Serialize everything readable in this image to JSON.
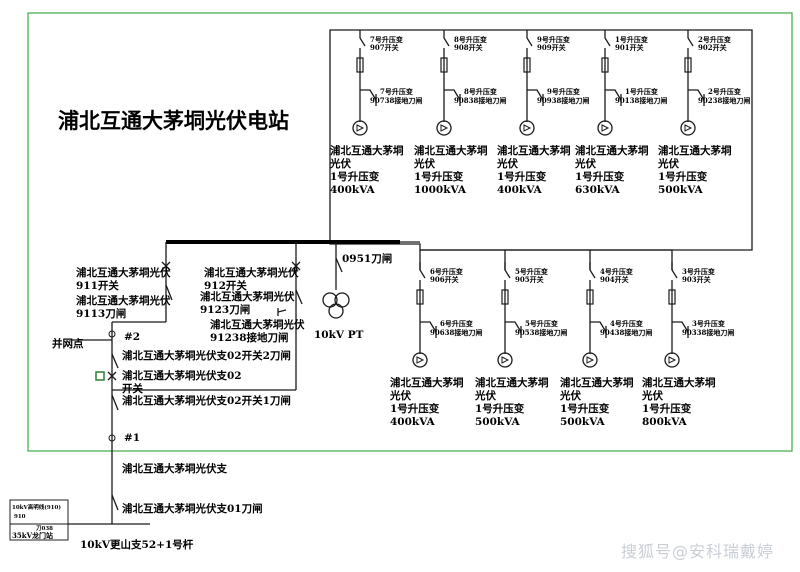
{
  "title": "浦北互通大茅垌光伏电站",
  "top_units": [
    {
      "sw_name": "7号升压变",
      "sw_code": "907开关",
      "ground_name": "7号升压变",
      "ground_code": "90738接地刀闸",
      "plant": "浦北互通大茅垌",
      "plant2": "光伏",
      "xfmr": "1号升压变",
      "cap": "400kVA"
    },
    {
      "sw_name": "8号升压变",
      "sw_code": "908开关",
      "ground_name": "8号升压变",
      "ground_code": "90838接地刀闸",
      "plant": "浦北互通大茅垌",
      "plant2": "光伏",
      "xfmr": "1号升压变",
      "cap": "1000kVA"
    },
    {
      "sw_name": "9号升压变",
      "sw_code": "909开关",
      "ground_name": "9号升压变",
      "ground_code": "90938接地刀闸",
      "plant": "浦北互通大茅垌",
      "plant2": "光伏",
      "xfmr": "1号升压变",
      "cap": "400kVA"
    },
    {
      "sw_name": "1号升压变",
      "sw_code": "901开关",
      "ground_name": "1号升压变",
      "ground_code": "90138接地刀闸",
      "plant": "浦北互通大茅垌",
      "plant2": "光伏",
      "xfmr": "1号升压变",
      "cap": "630kVA"
    },
    {
      "sw_name": "2号升压变",
      "sw_code": "902开关",
      "ground_name": "2号升压变",
      "ground_code": "90238接地刀闸",
      "plant": "浦北互通大茅垌",
      "plant2": "光伏",
      "xfmr": "1号升压变",
      "cap": "500kVA"
    }
  ],
  "bottom_units": [
    {
      "sw_name": "6号升压变",
      "sw_code": "906开关",
      "ground_name": "6号升压变",
      "ground_code": "90638接地刀闸",
      "plant": "浦北互通大茅垌",
      "plant2": "光伏",
      "xfmr": "1号升压变",
      "cap": "400kVA"
    },
    {
      "sw_name": "5号升压变",
      "sw_code": "905开关",
      "ground_name": "5号升压变",
      "ground_code": "90538接地刀闸",
      "plant": "浦北互通大茅垌",
      "plant2": "光伏",
      "xfmr": "1号升压变",
      "cap": "500kVA"
    },
    {
      "sw_name": "4号升压变",
      "sw_code": "904开关",
      "ground_name": "4号升压变",
      "ground_code": "90438接地刀闸",
      "plant": "浦北互通大茅垌",
      "plant2": "光伏",
      "xfmr": "1号升压变",
      "cap": "500kVA"
    },
    {
      "sw_name": "3号升压变",
      "sw_code": "903开关",
      "ground_name": "3号升压变",
      "ground_code": "90338接地刀闸",
      "plant": "浦北互通大茅垌",
      "plant2": "光伏",
      "xfmr": "1号升压变",
      "cap": "800kVA"
    }
  ],
  "left": {
    "sw911_a": "浦北互通大茅垌光伏",
    "sw911_b": "911开关",
    "knife9113_a": "浦北互通大茅垌光伏",
    "knife9113_b": "9113刀闸",
    "sw912_a": "浦北互通大茅垌光伏",
    "sw912_b": "912开关",
    "knife9123_a": "浦北互通大茅垌光伏",
    "knife9123_b": "9123刀闸",
    "gnd91238_a": "浦北互通大茅垌光伏",
    "gnd91238_b": "91238接地刀闸",
    "knife0951": "0951刀闸",
    "pt": "10kV PT",
    "grid_point": "并网点",
    "pole2": "#2",
    "pole1": "#1",
    "branch02_2": "浦北互通大茅垌光伏支02开关2刀闸",
    "branch02_sw_a": "浦北互通大茅垌光伏支02",
    "branch02_sw_b": "开关",
    "branch02_1": "浦北互通大茅垌光伏支02开关1刀闸",
    "branch": "浦北互通大茅垌光伏支",
    "branch01": "浦北互通大茅垌光伏支01刀闸",
    "pole52": "10kV更山支52+1号杆"
  },
  "substation": {
    "line1": "10kV高明线(910)",
    "line2": "910",
    "line3": "刀038",
    "name": "35kV龙门站"
  },
  "watermark": "搜狐号@安科瑞戴婷",
  "colors": {
    "frame": "#4caf50",
    "line": "#1a1a1a"
  }
}
